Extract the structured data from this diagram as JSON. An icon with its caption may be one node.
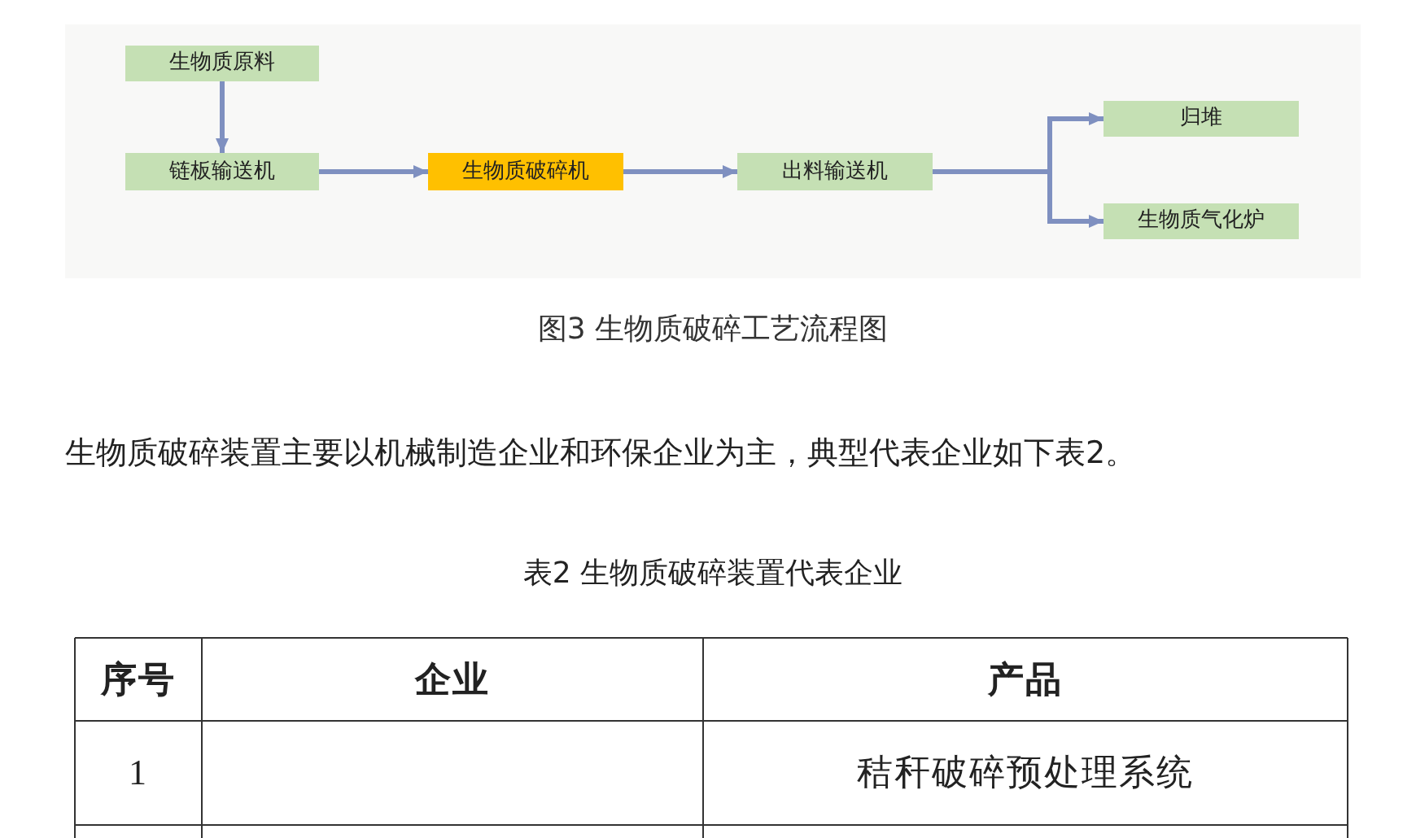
{
  "diagram": {
    "caption": "图3 生物质破碎工艺流程图",
    "nodes": [
      {
        "text": [
          "生物质原料"
        ]
      },
      {
        "text": [
          "链板输送机"
        ]
      },
      {
        "text": [
          "生物质破碎机"
        ]
      },
      {
        "text": [
          "出料输送机"
        ]
      },
      {
        "text": [
          "归堆"
        ]
      },
      {
        "text": [
          "生物质气化炉"
        ]
      }
    ],
    "edges": [
      {
        "from": 0,
        "to": 1,
        "arrow": "to"
      },
      {
        "from": 1,
        "to": 2,
        "arrow": "to"
      },
      {
        "from": 2,
        "to": 3,
        "arrow": "to"
      },
      {
        "from": 3,
        "to": 4,
        "arrow": "to"
      },
      {
        "from": 3,
        "to": 5,
        "arrow": "to"
      }
    ],
    "labels": [
      "生物质破碎装置主要以机械制造企业和环保企业为主，典型代表企业如下表2。",
      "表2 生物质破碎装置代表企业",
      "序号",
      "企业",
      "产品",
      "1",
      "秸秆破碎预处理系统"
    ]
  }
}
